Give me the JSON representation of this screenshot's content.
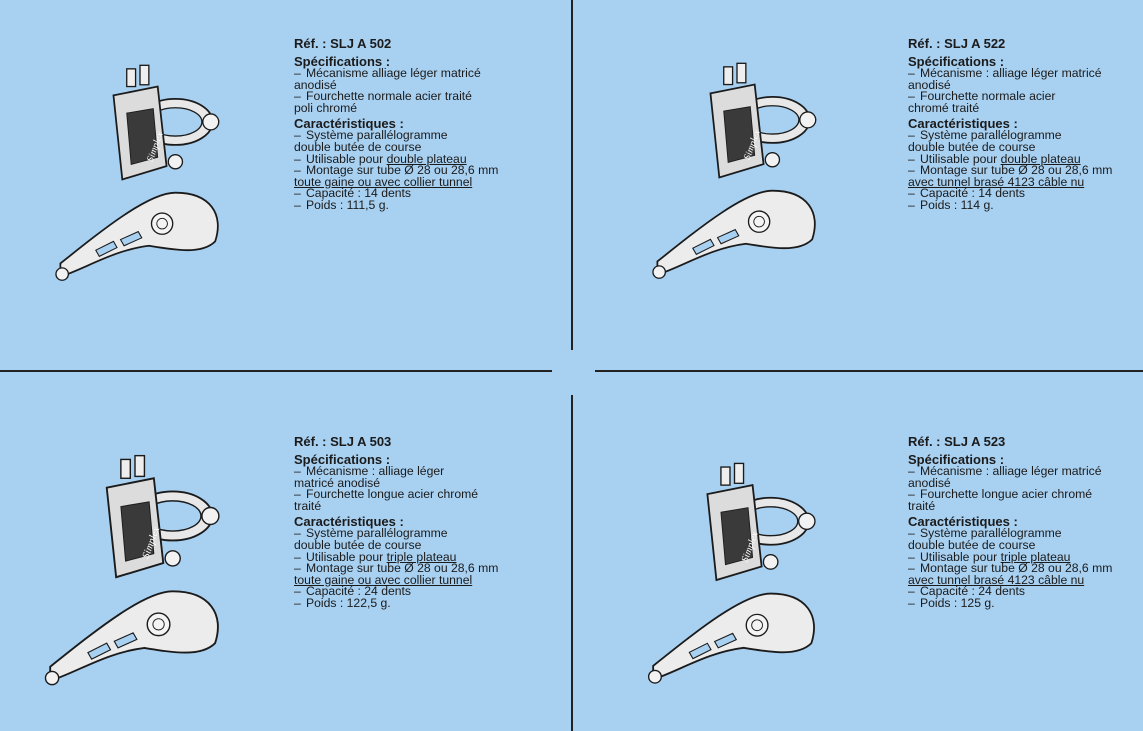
{
  "products": [
    {
      "ref": "Réf. : SLJ A 502",
      "spec_title": "Spécifications :",
      "specs": [
        {
          "text": "Mécanisme alliage léger matricé",
          "cont": "anodisé"
        },
        {
          "text": "Fourchette normale acier traité",
          "cont": "poli chromé"
        }
      ],
      "car_title": "Caractéristiques :",
      "features": [
        {
          "text": "Système parallélogramme",
          "cont": "double butée de course"
        },
        {
          "text": "Utilisable pour ",
          "u": "double  plateau"
        },
        {
          "text": "Montage sur tube Ø 28 ou 28,6 mm",
          "ucont": "toute gaine ou avec collier tunnel"
        },
        {
          "text": "Capacité : 14 dents"
        },
        {
          "text": "Poids : 111,5 g."
        }
      ],
      "badge": "Simplex"
    },
    {
      "ref": "Réf. : SLJ A 522",
      "spec_title": "Spécifications :",
      "specs": [
        {
          "text": "Mécanisme : alliage léger matricé",
          "cont": "anodisé"
        },
        {
          "text": "Fourchette normale acier",
          "cont": "chromé traité"
        }
      ],
      "car_title": "Caractéristiques :",
      "features": [
        {
          "text": "Système parallélogramme",
          "cont": "double butée de course"
        },
        {
          "text": "Utilisable pour ",
          "u": "double  plateau"
        },
        {
          "text": "Montage sur tube Ø 28 ou 28,6 mm",
          "ucont": "avec tunnel brasé 4123 câble nu"
        },
        {
          "text": "Capacité : 14 dents"
        },
        {
          "text": "Poids : 114 g."
        }
      ],
      "badge": "Simplex"
    },
    {
      "ref": "Réf. : SLJ A 503",
      "spec_title": "Spécifications :",
      "specs": [
        {
          "text": "Mécanisme : alliage léger",
          "cont": "matricé anodisé"
        },
        {
          "text": "Fourchette longue acier chromé",
          "cont": "traité"
        }
      ],
      "car_title": "Caractéristiques :",
      "features": [
        {
          "text": "Système parallélogramme",
          "cont": "double butée de course"
        },
        {
          "text": "Utilisable pour ",
          "u": "triple  plateau"
        },
        {
          "text": "Montage sur tube Ø 28 ou 28,6 mm",
          "ucont": "toute gaine ou avec collier tunnel"
        },
        {
          "text": "Capacité : 24 dents"
        },
        {
          "text": "Poids : 122,5 g."
        }
      ],
      "badge": "Simplex"
    },
    {
      "ref": "Réf. : SLJ A 523",
      "spec_title": "Spécifications :",
      "specs": [
        {
          "text": "Mécanisme : alliage léger matricé",
          "cont": "anodisé"
        },
        {
          "text": "Fourchette longue acier chromé",
          "cont": "traité"
        }
      ],
      "car_title": "Caractéristiques :",
      "features": [
        {
          "text": "Système parallélogramme",
          "cont": "double butée de course"
        },
        {
          "text": "Utilisable pour ",
          "u": "triple  plateau"
        },
        {
          "text": "Montage sur tube Ø 28 ou 28,6 mm",
          "ucont": "avec tunnel brasé 4123 câble nu"
        },
        {
          "text": "Capacité : 24 dents"
        },
        {
          "text": "Poids : 125 g."
        }
      ],
      "badge": "Simplex"
    }
  ],
  "colors": {
    "background": "#a8d0f1",
    "ink": "#1b1b1b",
    "metal": "#e6e6e6"
  }
}
